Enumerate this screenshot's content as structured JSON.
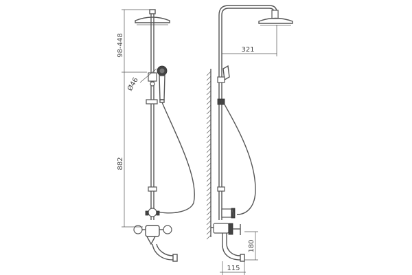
{
  "diagram": {
    "front_view": {
      "dims": {
        "arm_height": "98-448",
        "handshower_diameter": "Ø46",
        "riser_length": "882"
      }
    },
    "side_view": {
      "dims": {
        "arm_reach": "321",
        "spout_height": "180",
        "spout_projection": "115"
      }
    }
  }
}
